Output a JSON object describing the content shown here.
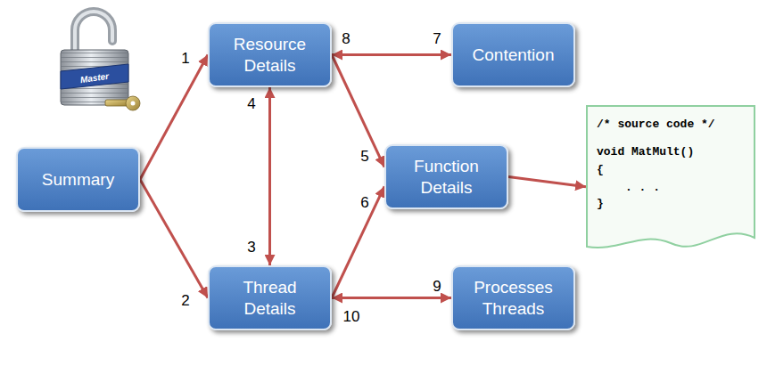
{
  "diagram": {
    "nodes": [
      {
        "text": [
          "Summary"
        ]
      },
      {
        "text": [
          "Resource Details"
        ]
      },
      {
        "text": [
          "Contention"
        ]
      },
      {
        "text": [
          "Function Details"
        ]
      },
      {
        "text": [
          "/* source code */",
          "void MatMult()",
          "{",
          ". . .",
          "}"
        ]
      },
      {
        "text": [
          "Thread Details"
        ]
      },
      {
        "text": [
          "Processes Threads"
        ]
      }
    ],
    "edges": [
      {
        "from": 0,
        "to": 1,
        "arrow": "to"
      },
      {
        "from": 0,
        "to": 5,
        "arrow": "to"
      },
      {
        "from": 1,
        "to": 5,
        "arrow": "both"
      },
      {
        "from": 1,
        "to": 2,
        "arrow": "both"
      },
      {
        "from": 1,
        "to": 3,
        "arrow": "to"
      },
      {
        "from": 5,
        "to": 3,
        "arrow": "to"
      },
      {
        "from": 5,
        "to": 6,
        "arrow": "both"
      },
      {
        "from": 3,
        "to": 4,
        "arrow": "to"
      }
    ],
    "labels": [
      "1",
      "8",
      "7",
      "4",
      "5",
      "3",
      "6",
      "2",
      "10",
      "9",
      "Master"
    ]
  }
}
